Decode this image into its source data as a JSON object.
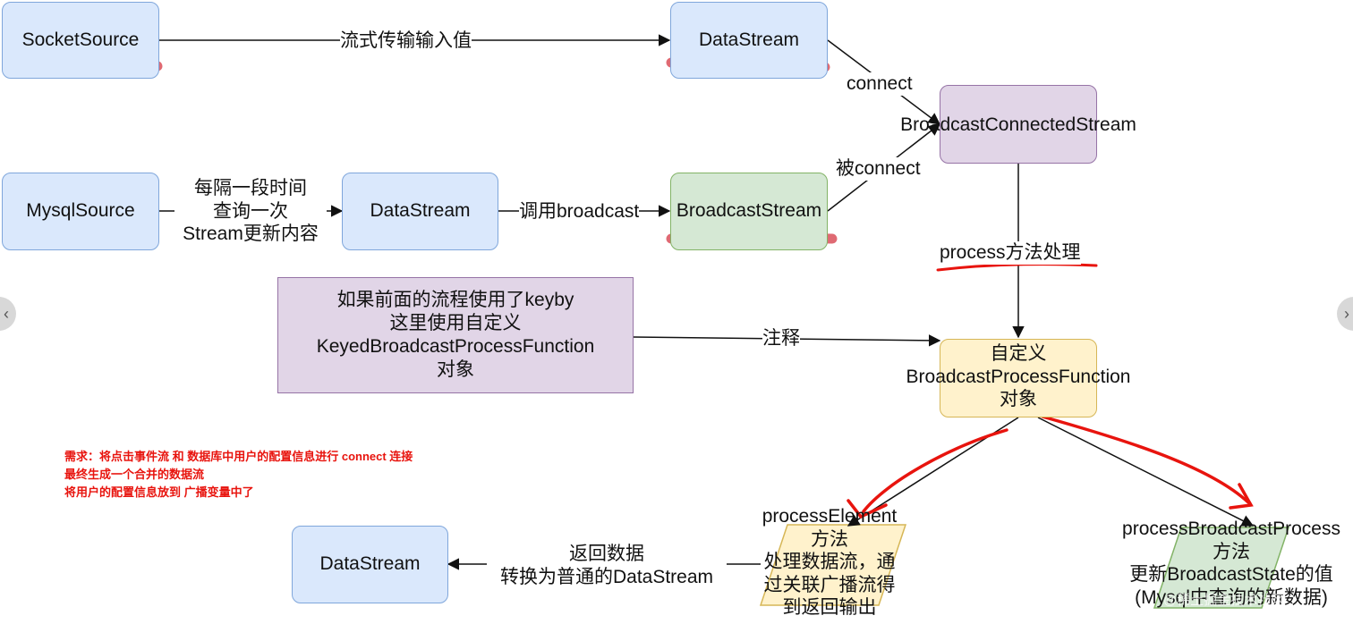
{
  "nodes": {
    "socket_source": "SocketSource",
    "datastream_top": "DataStream",
    "mysql_source": "MysqlSource",
    "datastream_mid": "DataStream",
    "broadcast_stream": "BroadcastStream",
    "broadcast_connected_stream": "BroadcastConnectedStream",
    "keyed_note": [
      "如果前面的流程使用了keyby",
      "这里使用自定义",
      "KeyedBroadcastProcessFunction",
      "对象"
    ],
    "custom_function": [
      "自定义",
      "BroadcastProcessFunction",
      "对象"
    ],
    "datastream_bottom": "DataStream"
  },
  "edge_labels": {
    "stream_input": "流式传输输入值",
    "connect": "connect",
    "be_connect": "被connect",
    "periodic_query": [
      "每隔一段时间",
      "查询一次",
      "Stream更新内容"
    ],
    "call_broadcast": "调用broadcast",
    "process_method": "process方法处理",
    "annotate": "注释",
    "return_data": [
      "返回数据",
      "转换为普通的DataStream"
    ]
  },
  "process_element": {
    "title": [
      "processElement",
      "方法"
    ],
    "desc": [
      "处理数据流，通",
      "过关联广播流得",
      "到返回输出"
    ]
  },
  "process_broadcast": {
    "title": [
      "processBroadcastProcess",
      "方法"
    ],
    "desc": [
      "更新BroadcastState的值",
      "(Mysql中查询的新数据)"
    ]
  },
  "requirement_note": [
    "需求：将点击事件流 和 数据库中用户的配置信息进行 connect 连接",
    "最终生成一个合并的数据流",
    "将用户的配置信息放到 广播变量中了"
  ],
  "watermark": "@稀土掘金技术社区",
  "colors": {
    "blue_fill": "#dae8fc",
    "green_fill": "#d5e8d4",
    "purple_fill": "#e1d5e7",
    "yellow_fill": "#fff2cc",
    "annotation_red": "#e8140e",
    "underline_red": "#dc5a64"
  },
  "icons": {
    "left_nav": "chevron-left-icon",
    "right_nav": "chevron-right-icon"
  }
}
